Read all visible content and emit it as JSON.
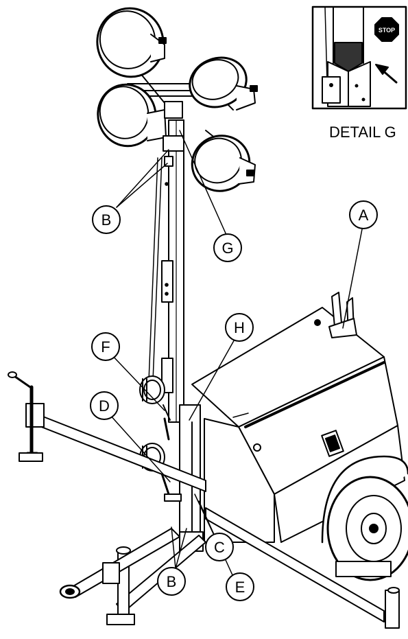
{
  "detail": {
    "title": "DETAIL G",
    "stop_sign": "STOP"
  },
  "callouts": {
    "A": "A",
    "B_upper": "B",
    "G": "G",
    "H": "H",
    "F": "F",
    "D": "D",
    "C": "C",
    "E": "E",
    "B_lower": "B"
  }
}
